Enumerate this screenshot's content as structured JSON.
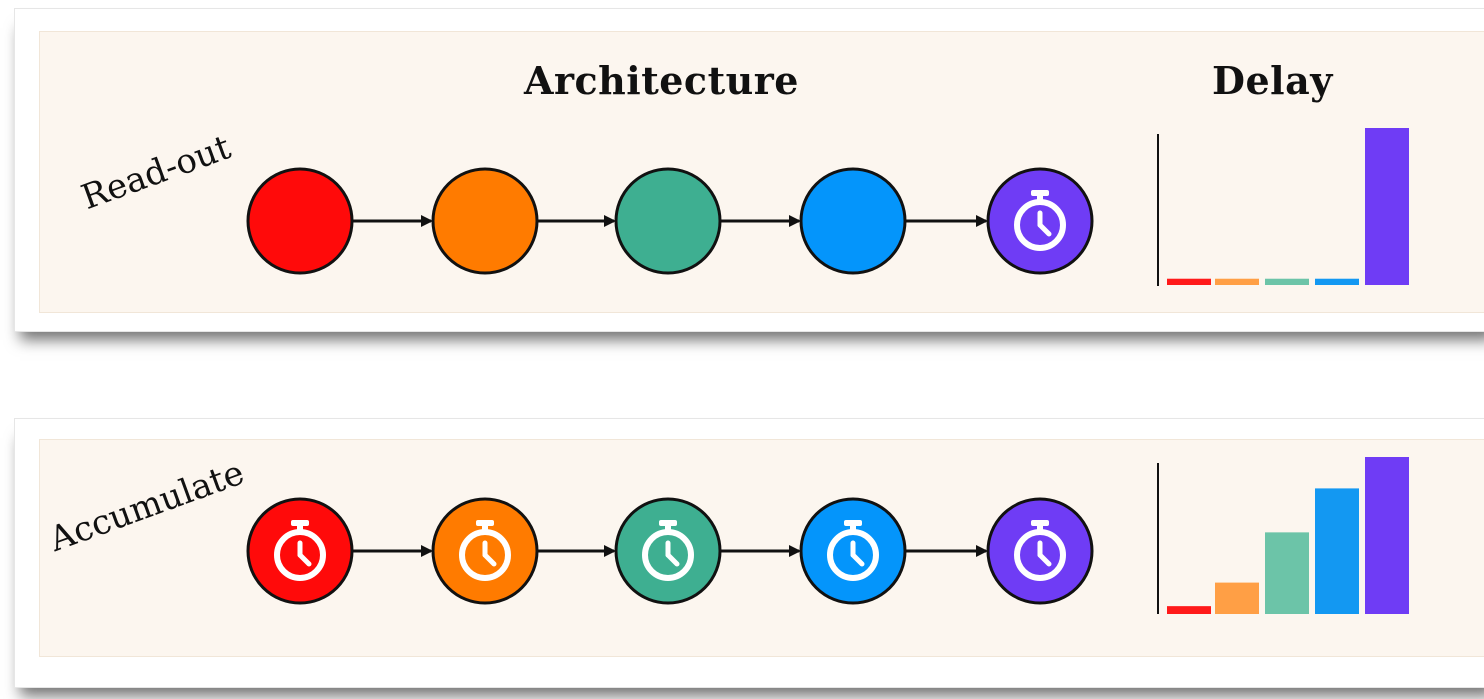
{
  "headings": {
    "architecture": "Architecture",
    "delay": "Delay"
  },
  "colors": {
    "red": "#ff0a0a",
    "orange": "#ff7b00",
    "green": "#3eaf91",
    "blue": "#0495fb",
    "purple": "#6f3cf5",
    "bar_red": "#ff1a1a",
    "bar_orange": "#ff9f45",
    "bar_green": "#6cc4a8",
    "bar_blue": "#1398f2",
    "bar_purple": "#6f3cf5",
    "panel_bg": "#fcf6ef"
  },
  "rows": [
    {
      "label": "Read-out",
      "nodes": [
        {
          "color": "red",
          "icon": "none"
        },
        {
          "color": "orange",
          "icon": "none"
        },
        {
          "color": "green",
          "icon": "none"
        },
        {
          "color": "blue",
          "icon": "none"
        },
        {
          "color": "purple",
          "icon": "stopwatch-icon"
        }
      ],
      "delay_bars": [
        0.04,
        0.04,
        0.04,
        0.04,
        1.0
      ]
    },
    {
      "label": "Accumulate",
      "nodes": [
        {
          "color": "red",
          "icon": "stopwatch-icon"
        },
        {
          "color": "orange",
          "icon": "stopwatch-icon"
        },
        {
          "color": "green",
          "icon": "stopwatch-icon"
        },
        {
          "color": "blue",
          "icon": "stopwatch-icon"
        },
        {
          "color": "purple",
          "icon": "stopwatch-icon"
        }
      ],
      "delay_bars": [
        0.05,
        0.2,
        0.52,
        0.8,
        1.0
      ]
    }
  ]
}
